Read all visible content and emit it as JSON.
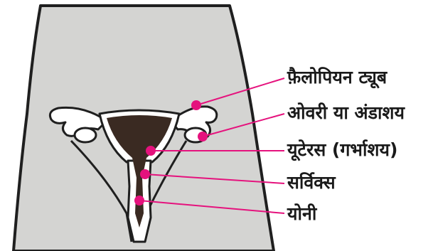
{
  "colors": {
    "body_fill": "#d4d4d2",
    "outline": "#1f1f1f",
    "organ_fill": "#ffffff",
    "cavity_fill": "#3a2a22",
    "pointer": "#e5127d"
  },
  "labels": [
    {
      "id": "fallopian-tube",
      "text": "फ़ैलोपियन ट्यूब"
    },
    {
      "id": "ovary",
      "text": "ओवरी या अंडाशय"
    },
    {
      "id": "uterus",
      "text": "यूटेरस (गर्भाशय)"
    },
    {
      "id": "cervix",
      "text": "सर्विक्स"
    },
    {
      "id": "vagina",
      "text": "योनी"
    }
  ]
}
